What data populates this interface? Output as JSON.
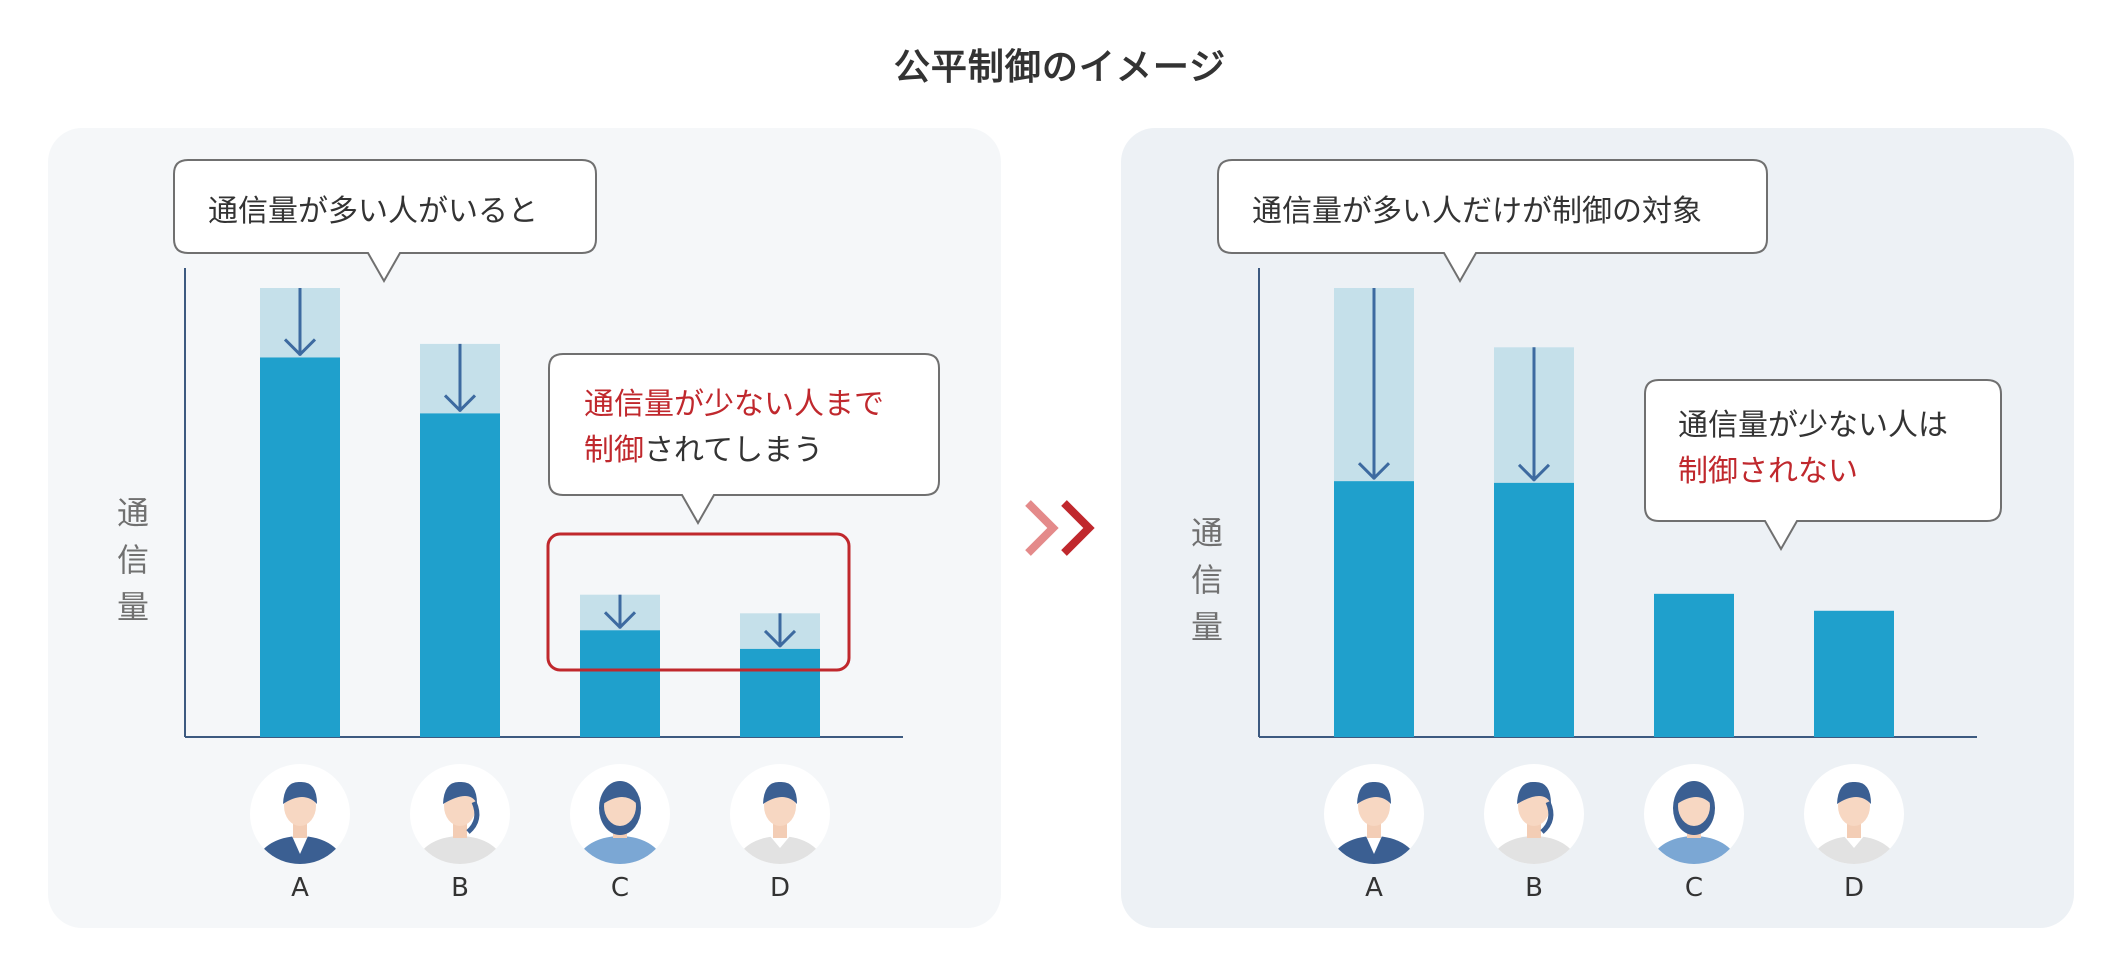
{
  "title": "公平制御のイメージ",
  "colors": {
    "bar": "#1fa0cc",
    "bar_reduced": "#c5e0ea",
    "arrow": "#3d6aa0",
    "axis": "#3d5a80",
    "highlight": "#c0282d",
    "chevron_light": "#e48a8a",
    "chevron_dark": "#c0282d"
  },
  "left": {
    "ylabel": [
      "通",
      "信",
      "量"
    ],
    "bubble_top": "通信量が多い人がいると",
    "bubble_mid": {
      "line1": "通信量が少ない人まで",
      "line2_red": "制御",
      "line2_rest": "されてしまう"
    }
  },
  "right": {
    "ylabel": [
      "通",
      "信",
      "量"
    ],
    "bubble_top": "通信量が多い人だけが制御の対象",
    "bubble_mid": {
      "line1": "通信量が少ない人は",
      "line2_red": "制御されない"
    }
  },
  "icons": {
    "transition": "double-chevron-right-icon",
    "users": [
      "man-suit-icon",
      "woman-ponytail-icon",
      "woman-blouse-icon",
      "man-shirt-icon"
    ]
  },
  "chart_data": [
    {
      "type": "bar",
      "categories": [
        "A",
        "B",
        "C",
        "D"
      ],
      "ylabel": "通信量",
      "series": [
        {
          "values": [
            4.48,
            3.82,
            1.26,
            1.04
          ]
        },
        {
          "values": [
            0.82,
            0.82,
            0.42,
            0.42
          ]
        }
      ],
      "ylim": [
        0,
        5.3
      ]
    },
    {
      "type": "bar",
      "categories": [
        "A",
        "B",
        "C",
        "D"
      ],
      "ylabel": "通信量",
      "series": [
        {
          "values": [
            3.02,
            3.0,
            1.69,
            1.49
          ]
        },
        {
          "values": [
            2.28,
            1.6,
            0,
            0
          ]
        }
      ],
      "ylim": [
        0,
        5.3
      ]
    }
  ]
}
